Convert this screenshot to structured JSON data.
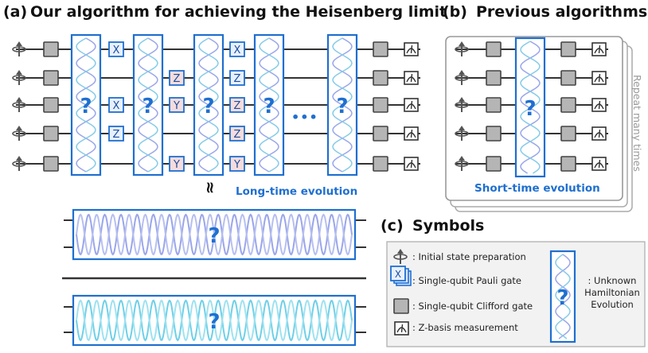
{
  "panel_a": {
    "label": "(a)",
    "title": "Our algorithm for achieving the Heisenberg limit",
    "equiv_symbol": "≈",
    "long_time_label": "Long-time evolution",
    "ellipsis": "•••",
    "gate_letters": [
      "X",
      "Z",
      "Y"
    ],
    "unknown_symbol": "?"
  },
  "panel_b": {
    "label": "(b)",
    "title": "Previous algorithms",
    "short_time_label": "Short-time evolution",
    "repeat_label": "Repeat many times"
  },
  "panel_c": {
    "label": "(c)",
    "title": "Symbols",
    "items": [
      {
        "icon": "initial-state-icon",
        "text": ": Initial state preparation"
      },
      {
        "icon": "pauli-gate-icon",
        "text": ": Single-qubit Pauli gate"
      },
      {
        "icon": "clifford-gate-icon",
        "text": ": Single-qubit Clifford gate"
      },
      {
        "icon": "measurement-icon",
        "text": ": Z-basis measurement"
      }
    ],
    "hamiltonian_label": ": Unknown Hamiltonian Evolution"
  },
  "colors": {
    "accent_blue": "#1f6fd0",
    "box_fill_blue": "#e8f0ff",
    "pauli_fill_pink": "#f6dcdc",
    "clifford_gray": "#b5b5b5",
    "wire": "#333333"
  }
}
